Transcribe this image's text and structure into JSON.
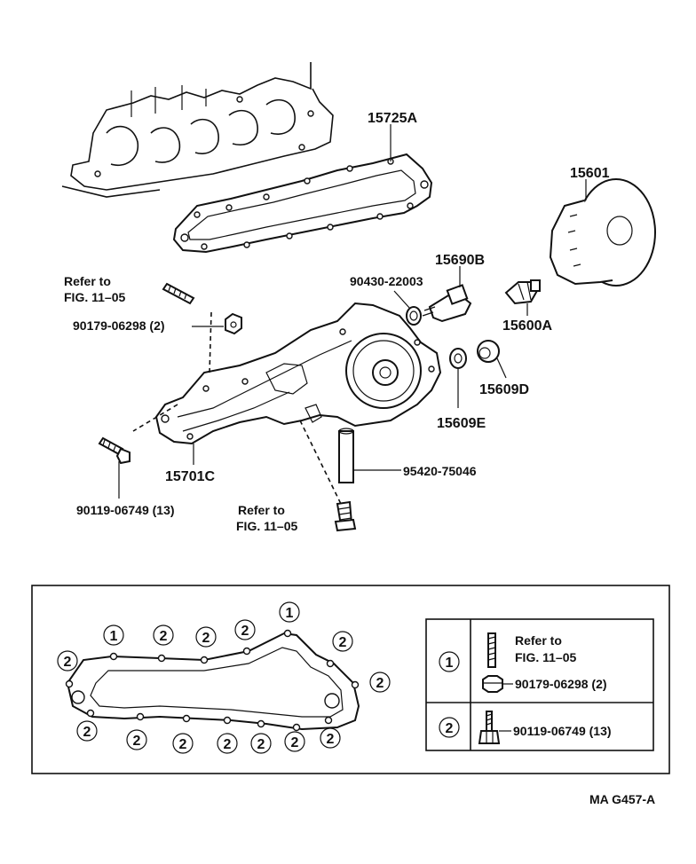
{
  "labels": {
    "p15725A": "15725A",
    "p15601": "15601",
    "p15690B": "15690B",
    "p90430": "90430-22003",
    "p15600A": "15600A",
    "p15609D": "15609D",
    "p15609E": "15609E",
    "p15701C": "15701C",
    "p95420": "95420-75046",
    "p90179": "90179-06298 (2)",
    "p90119": "90119-06749 (13)",
    "refer_top_1": "Refer to",
    "refer_top_2": "FIG. 11–05",
    "refer_bottom_1": "Refer to",
    "refer_bottom_2": "FIG. 11–05"
  },
  "legend": {
    "row1_symbol": "1",
    "row1_refer_1": "Refer to",
    "row1_refer_2": "FIG. 11–05",
    "row1_part": "90179-06298 (2)",
    "row2_symbol": "2",
    "row2_part": "90119-06749 (13)"
  },
  "bolt_pattern": {
    "marks": [
      "1",
      "2",
      "2",
      "2",
      "1",
      "2",
      "2",
      "2",
      "2",
      "2",
      "2",
      "2",
      "2",
      "2",
      "2"
    ]
  },
  "footer": {
    "code": "MA G457-A"
  }
}
